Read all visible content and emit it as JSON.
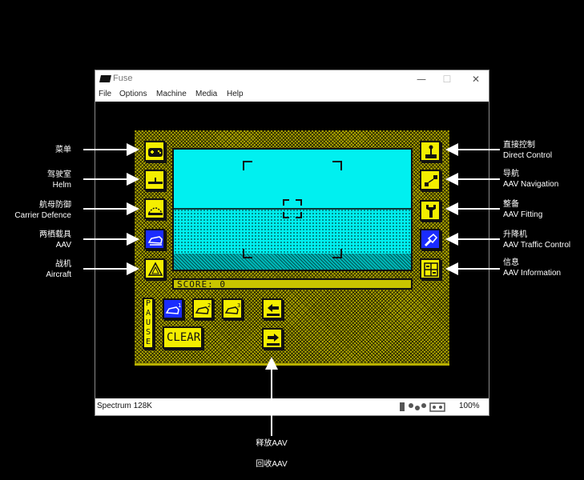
{
  "window": {
    "title": "Fuse",
    "controls": [
      "—",
      "☐",
      "✕"
    ],
    "menu": [
      "File",
      "Options",
      "Machine",
      "Media",
      "Help"
    ],
    "status_machine": "Spectrum 128K",
    "status_zoom": "100%"
  },
  "game": {
    "score_label": "SCORE:",
    "score_value": "0",
    "pause_letters": [
      "P",
      "A",
      "U",
      "S",
      "E"
    ],
    "clear_label": "CLEAR",
    "colors": {
      "panel": "#b8b000",
      "button": "#f4ee00",
      "selected_button": "#1a2cff",
      "sky": "#00f0f0"
    },
    "left_buttons": [
      {
        "icon": "gamepad-icon",
        "selected": false
      },
      {
        "icon": "helm-icon",
        "selected": false
      },
      {
        "icon": "carrier-defence-icon",
        "selected": false
      },
      {
        "icon": "aav-icon",
        "selected": true
      },
      {
        "icon": "aircraft-icon",
        "selected": false
      }
    ],
    "right_buttons": [
      {
        "icon": "joystick-icon",
        "selected": false
      },
      {
        "icon": "navigation-icon",
        "selected": false
      },
      {
        "icon": "wrench-icon",
        "selected": false
      },
      {
        "icon": "traffic-control-icon",
        "selected": true
      },
      {
        "icon": "information-icon",
        "selected": false
      }
    ],
    "aav_slots": [
      "1",
      "2",
      "3"
    ]
  },
  "annotations": {
    "left": [
      {
        "zh": "菜单",
        "en": ""
      },
      {
        "zh": "驾驶室",
        "en": "Helm"
      },
      {
        "zh": "航母防御",
        "en": "Carrier Defence"
      },
      {
        "zh": "两栖载具",
        "en": "AAV"
      },
      {
        "zh": "战机",
        "en": "Aircraft"
      }
    ],
    "right": [
      {
        "zh": "直接控制",
        "en": "Direct Control"
      },
      {
        "zh": "导航",
        "en": "AAV Navigation"
      },
      {
        "zh": "整备",
        "en": "AAV Fitting"
      },
      {
        "zh": "升降机",
        "en": "AAV Traffic Control"
      },
      {
        "zh": "信息",
        "en": "AAV Information"
      }
    ],
    "bottom": [
      "释放AAV",
      "回收AAV"
    ]
  }
}
